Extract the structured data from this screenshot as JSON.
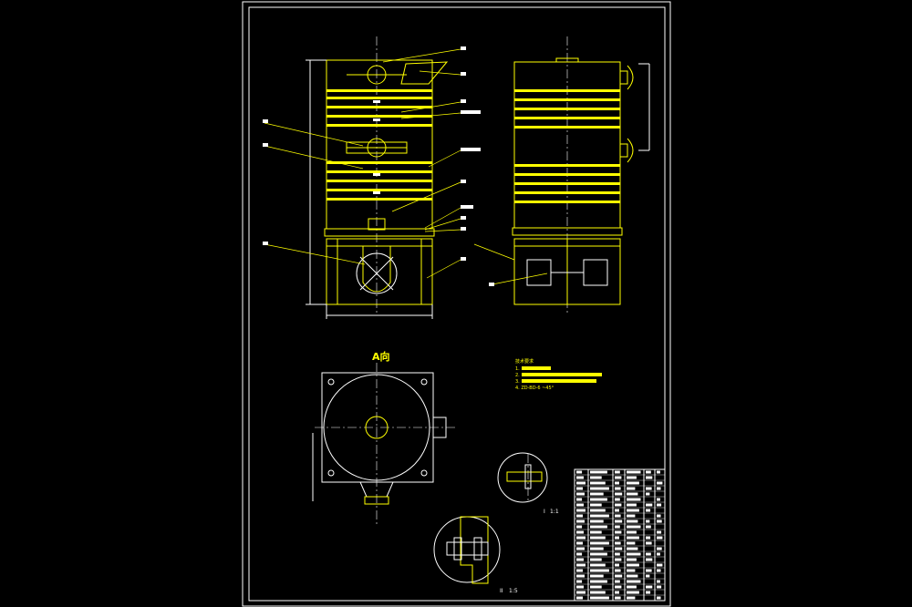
{
  "drawing": {
    "view_label": "A向",
    "detail_i_label": "I",
    "detail_i_scale": "1:1",
    "detail_ii_label": "II",
    "detail_ii_scale": "1:5",
    "notes_title": "技术要求",
    "notes": [
      "1.",
      "2.",
      "3.",
      "4. ZD-BD-6 ~45°"
    ],
    "colors": {
      "background": "#000000",
      "outline": "#ffff00",
      "detail": "#ffffff",
      "centerline": "#ffffff"
    }
  }
}
